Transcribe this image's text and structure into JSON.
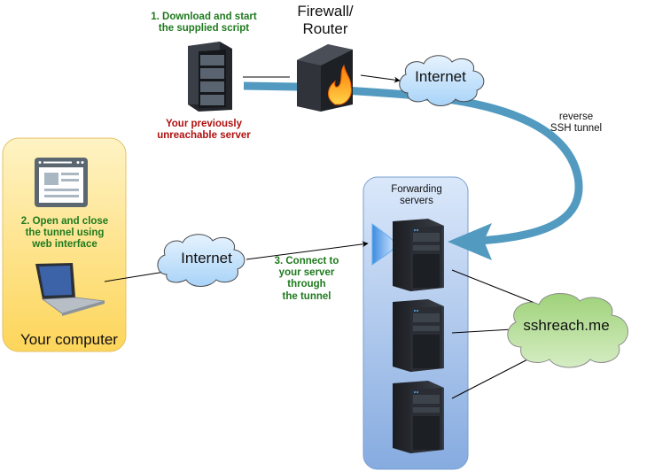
{
  "colors": {
    "tunnel": "#529ac0",
    "step_text": "#1e7a1e",
    "server_label": "#b01010",
    "computer_box": "#fde58c",
    "forwarding_box": "#c7dbf5",
    "internet_cloud": "#bfe0fb",
    "sshreach_cloud": "#b6de8f"
  },
  "nodes": {
    "step1": "1. Download and start the supplied script",
    "step1_line1": "1. Download and start",
    "step1_line2": "the supplied script",
    "server_line1": "Your previously",
    "server_line2": "unreachable server",
    "firewall_line1": "Firewall/",
    "firewall_line2": "Router",
    "internet_top": "Internet",
    "tunnel_line1": "reverse",
    "tunnel_line2": "SSH tunnel",
    "step2_line1": "2. Open and close",
    "step2_line2": "the tunnel using",
    "step2_line3": "web interface",
    "your_computer": "Your computer",
    "internet_bottom": "Internet",
    "step3_line1": "3. Connect to",
    "step3_line2": "your server",
    "step3_line3": "through",
    "step3_line4": "the tunnel",
    "forwarding_line1": "Forwarding",
    "forwarding_line2": "servers",
    "sshreach": "sshreach.me"
  },
  "icons": [
    "rack-server-icon",
    "firewall-icon",
    "browser-window-icon",
    "laptop-icon",
    "tower-server-icon",
    "cloud-icon"
  ]
}
